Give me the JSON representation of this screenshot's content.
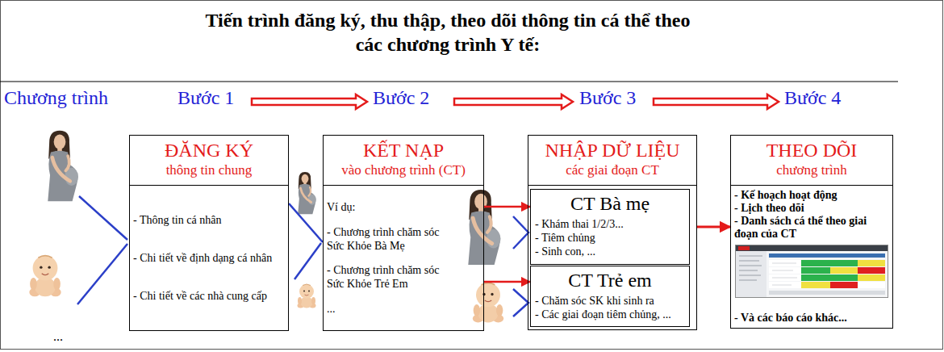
{
  "diagram": {
    "title": "Tiến trình đăng ký, thu thập, theo dõi thông tin cá thể theo các chương trình Y tế:",
    "nodes": [
      {
        "text": [
          "ĐĂNG KÝ",
          "thông tin chung",
          "- Thông tin cá nhân",
          "- Chi tiết về định dạng cá nhân",
          "- Chi tiết về các nhà cung cấp"
        ]
      },
      {
        "text": [
          "KẾT NẠP",
          "vào chương trình (CT)",
          "Ví dụ:",
          "- Chương trình chăm sóc Sức Khỏe Bà Mẹ",
          "- Chương trình chăm sóc Sức Khỏe Trẻ Em",
          "..."
        ]
      },
      {
        "text": [
          "NHẬP DỮ LIỆU",
          "các giai đoạn CT"
        ]
      },
      {
        "text": [
          "CT Bà mẹ",
          "- Khám thai 1/2/3...",
          "- Tiêm chủng",
          "- Sinh con, ..."
        ],
        "in": 2
      },
      {
        "text": [
          "CT Trẻ em",
          "- Chăm sóc SK khi sinh ra",
          "- Các giai đoạn tiêm chủng, ..."
        ],
        "in": 2
      },
      {
        "text": [
          "THEO DÕI",
          "chương trình",
          "- Kế hoạch hoạt động",
          "- Lịch theo dõi",
          "- Danh sách cá thể theo giai đoạn của CT",
          "- Và các báo cáo khác..."
        ]
      }
    ],
    "edges": [
      {
        "from": 0,
        "to": 1,
        "arrow": "none"
      },
      {
        "from": 1,
        "to": 3,
        "arrow": "to"
      },
      {
        "from": 1,
        "to": 4,
        "arrow": "to"
      },
      {
        "from": 2,
        "to": 5,
        "arrow": "to"
      }
    ],
    "labels": [
      "Chương trình",
      "Bước 1",
      "Bước 2",
      "Bước 3",
      "Bước 4",
      "..."
    ]
  }
}
